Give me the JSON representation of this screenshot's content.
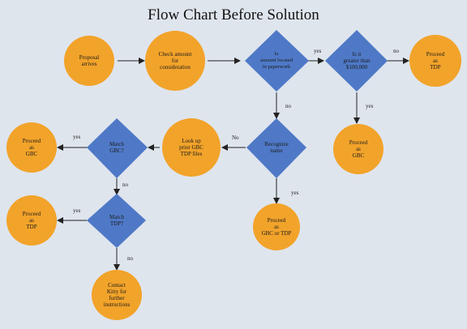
{
  "title": "Flow Chart Before Solution",
  "colors": {
    "circle": "#f2a32a",
    "diamond": "#4f79c7",
    "arrow": "#222222",
    "background": "#dfe5ed"
  },
  "nodes": {
    "proposal_arrives": "Proposal\narrives",
    "check_amount": "Check amount\nfor\nconsideration",
    "amount_located": "Is\namount located\nin paperwork",
    "greater_than": "Is it\ngreater than\n$100,000",
    "proceed_tdp_top": "Proceed\nas\nTDP",
    "proceed_gbc_right": "Proceed\nas\nGBC",
    "recognize_name": "Recognize\nname",
    "lookup_files": "Look up\nprior GBC\nTDP files",
    "match_gbc": "Match\nGBC?",
    "proceed_gbc_left": "Proceed\nas\nGBC",
    "proceed_gbc_or_tdp": "Proceed\nas\nGBC or TDP",
    "match_tdp": "Match\nTDP?",
    "proceed_tdp_left": "Proceed\nas\nTDP",
    "contact_kitty": "Contact\nKitty for\nfurther\ninstructions"
  },
  "edges": {
    "yes_1": "yes",
    "no_1": "no",
    "yes_2": "yes",
    "no_2": "no",
    "no_3": "No",
    "yes_3": "yes",
    "yes_4": "yes",
    "no_4": "no",
    "yes_5": "yes",
    "no_5": "no"
  }
}
